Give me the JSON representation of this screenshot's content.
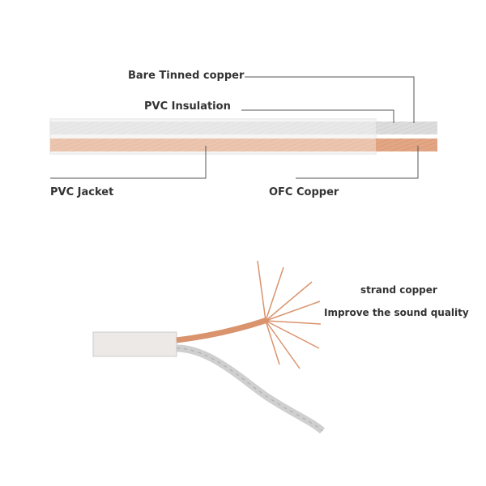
{
  "top_diagram": {
    "labels": {
      "bare_tinned_copper": "Bare Tinned copper",
      "pvc_insulation": "PVC Insulation",
      "pvc_jacket": "PVC Jacket",
      "ofc_copper": "OFC Copper"
    }
  },
  "bottom_diagram": {
    "title": "strand copper",
    "subtitle": "Improve the sound quality"
  },
  "colors": {
    "copper": "#d9936d",
    "silver": "#d8d8d8",
    "leader_line": "#555555",
    "text": "#333333"
  }
}
